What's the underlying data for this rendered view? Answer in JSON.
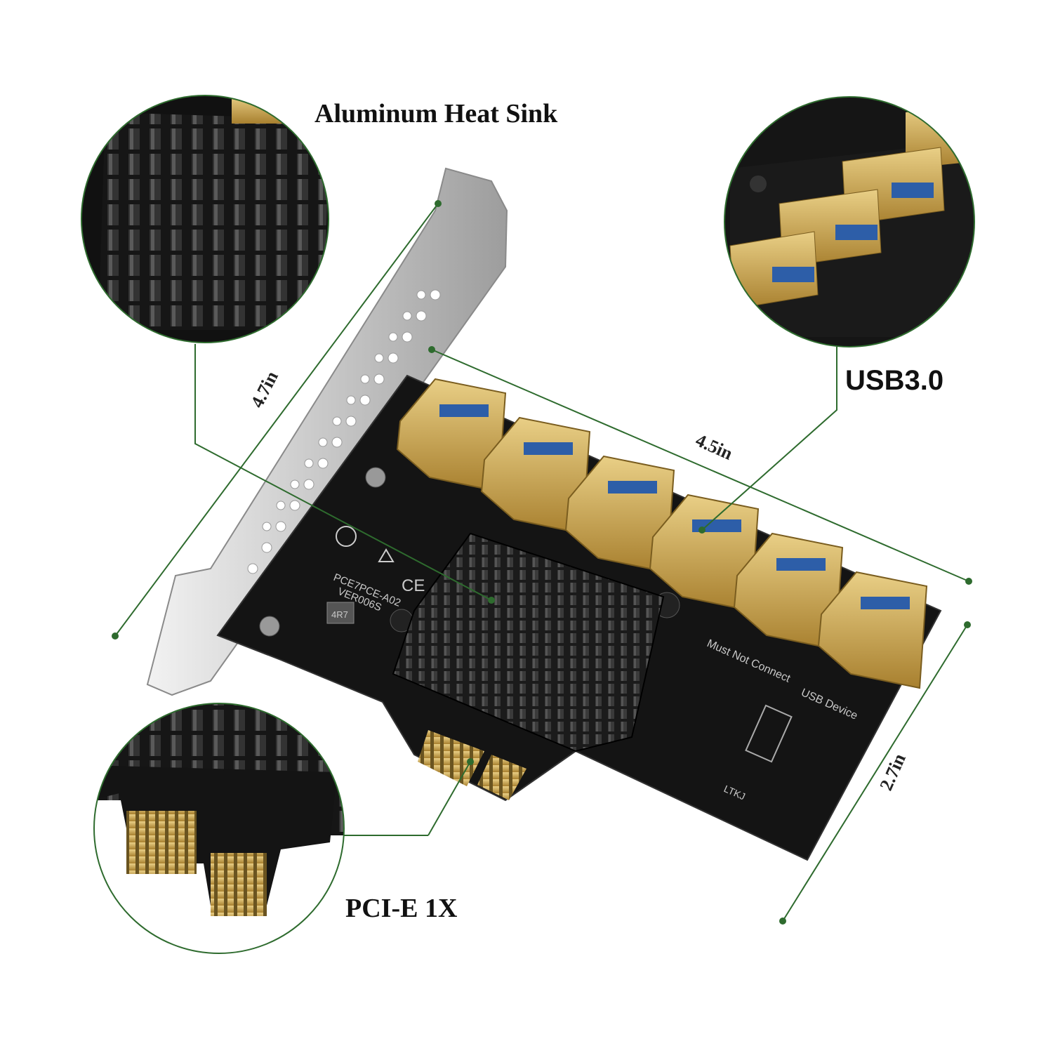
{
  "labels": {
    "heat_sink": "Aluminum Heat Sink",
    "usb": "USB3.0",
    "pcie": "PCI-E 1X"
  },
  "dimensions": {
    "height": "4.7in",
    "width": "4.5in",
    "depth": "2.7in"
  },
  "board_print": {
    "model": "PCE7PCE-A02",
    "version": "VER006S",
    "warning_line1": "Must Not Connect",
    "warning_line2": "USB Device",
    "brand": "LTKJ",
    "inductor": "4R7"
  },
  "colors": {
    "guide_line": "#2e6b2e",
    "pcb": "#151515",
    "gold": "#c9a24a",
    "bracket": "#cfcfcf"
  }
}
